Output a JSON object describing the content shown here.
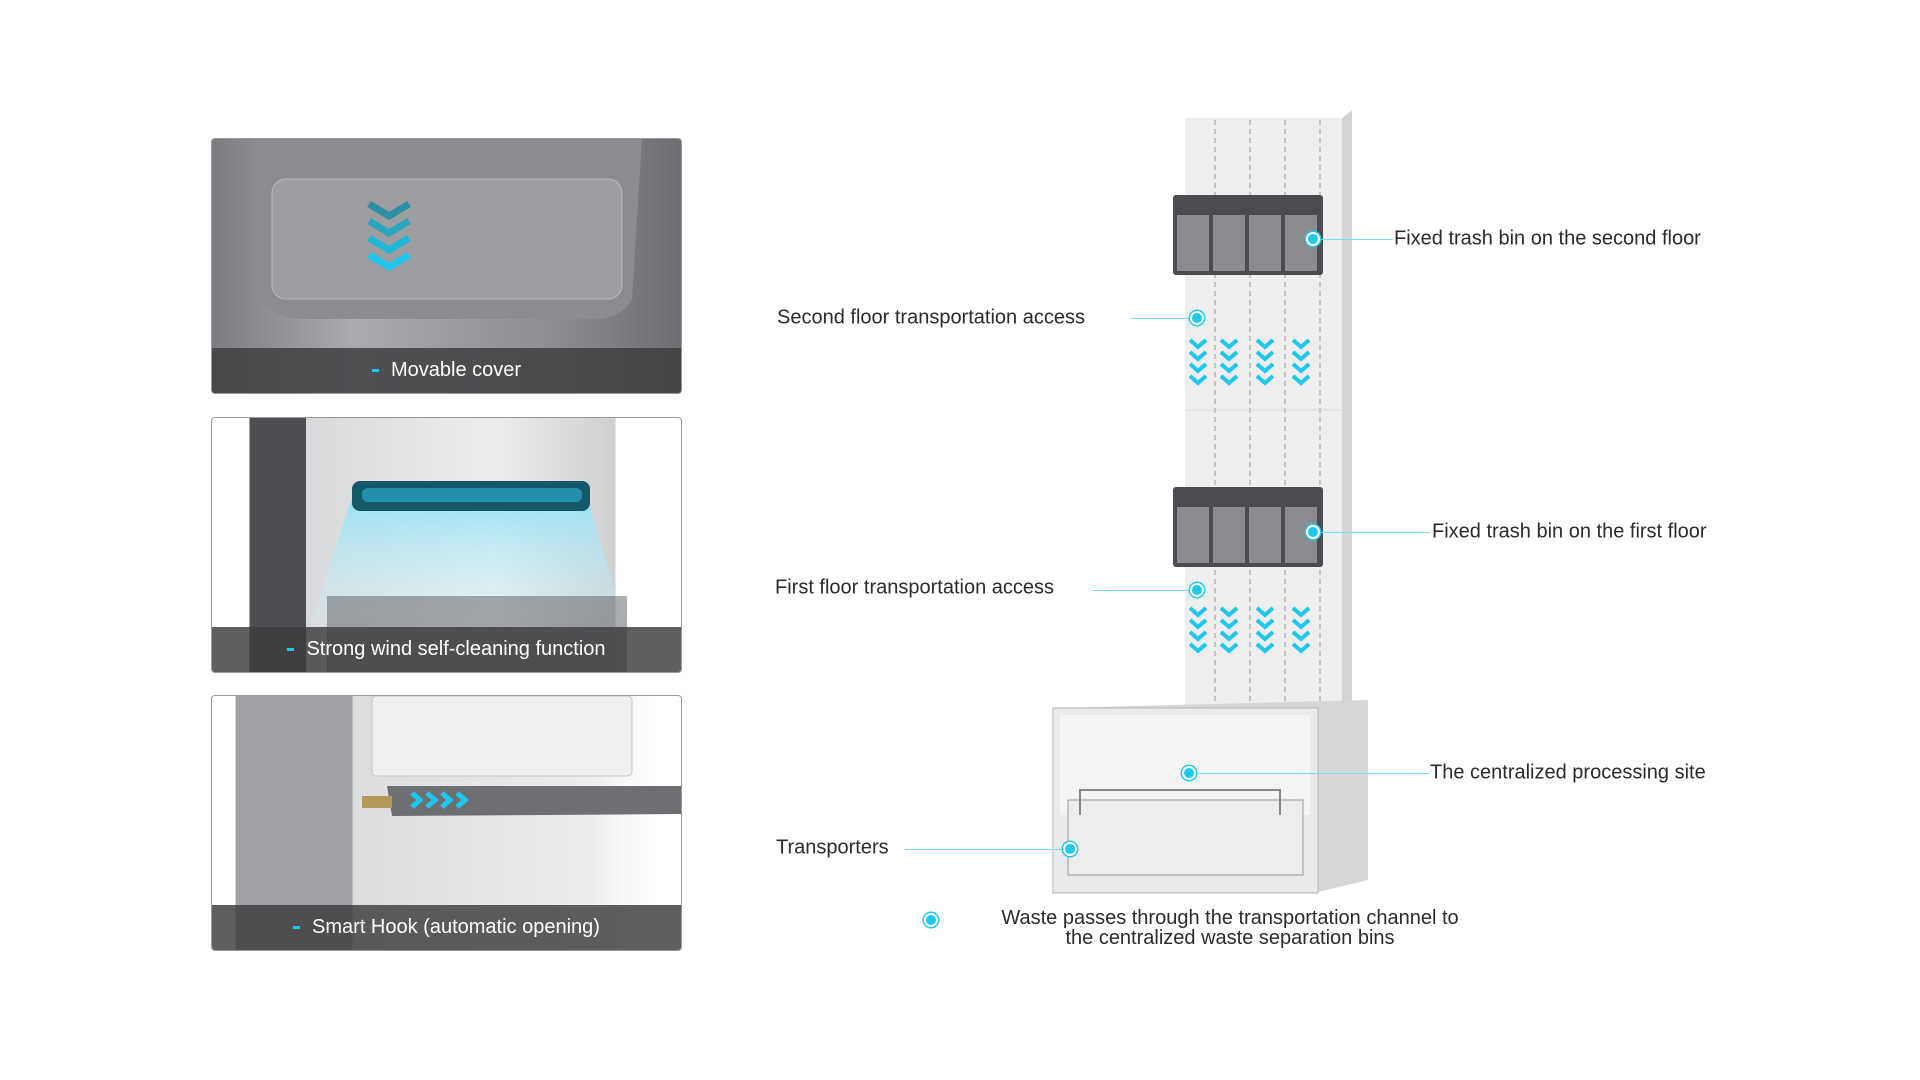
{
  "features": [
    {
      "label": "Movable cover",
      "icon": "chevron-down-icon"
    },
    {
      "label": "Strong wind self-cleaning function",
      "icon": "air-flow-icon"
    },
    {
      "label": "Smart Hook (automatic opening)",
      "icon": "chevron-right-icon"
    }
  ],
  "callouts": {
    "second_floor_bin": "Fixed trash bin on the second floor",
    "second_floor_access": "Second floor transportation access",
    "first_floor_bin": "Fixed trash bin on the first floor",
    "first_floor_access": "First floor transportation access",
    "processing_site": "The centralized processing site",
    "transporters": "Transporters"
  },
  "footnote": {
    "line1": "Waste passes through the transportation channel to",
    "line2": "the centralized waste separation bins"
  },
  "colors": {
    "accent": "#1ec8ec",
    "caption_bg": "#3c3c3e"
  }
}
